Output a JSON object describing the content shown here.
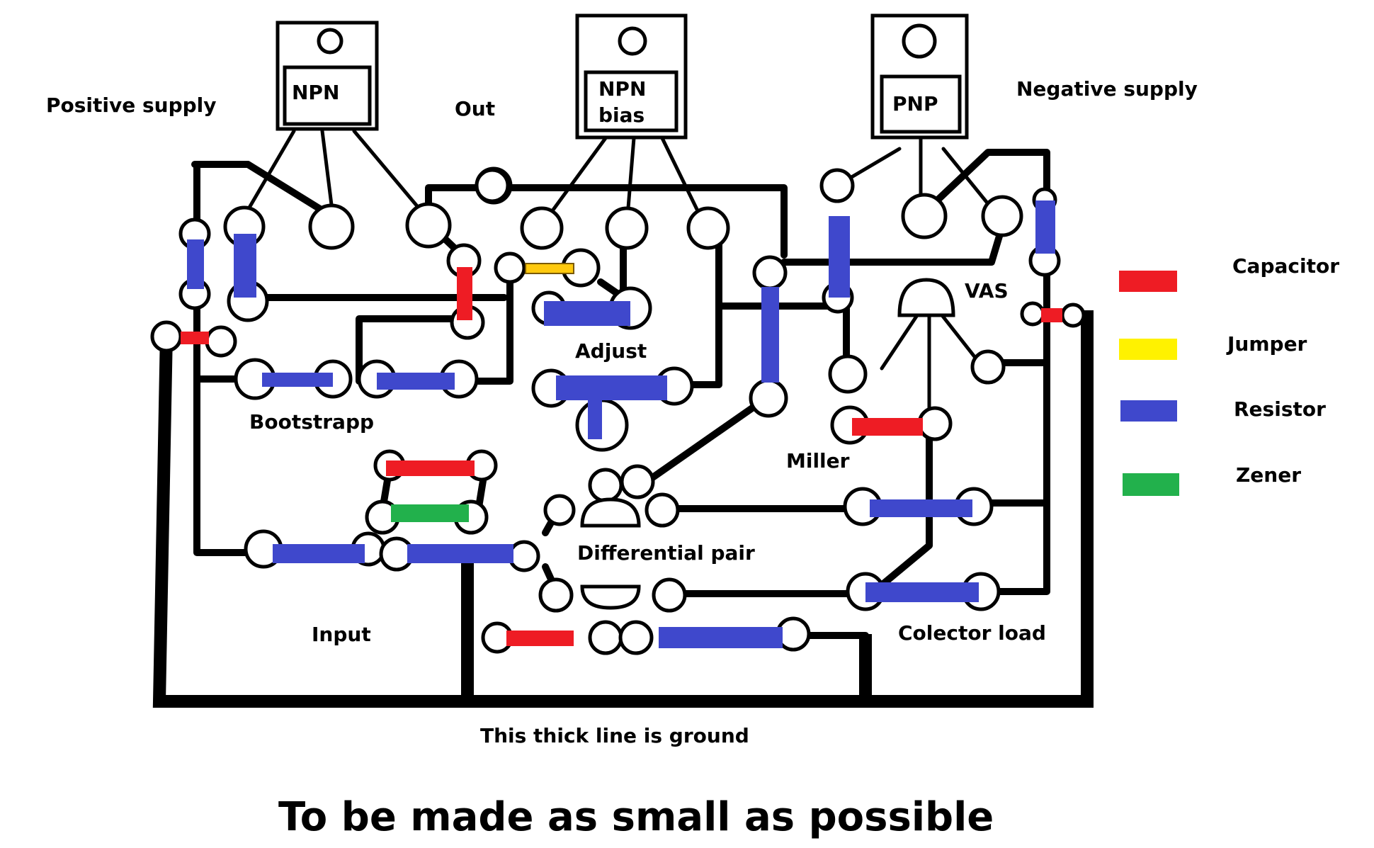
{
  "labels": {
    "positive_supply": "Positive supply",
    "out": "Out",
    "negative_supply": "Negative supply",
    "vas": "VAS",
    "adjust": "Adjust",
    "bootstrapp": "Bootstrapp",
    "miller": "Miller",
    "differential_pair": "Differential pair",
    "input": "Input",
    "colector_load": "Colector load",
    "ground_note": "This thick line is ground",
    "footer": "To be made as small as possible"
  },
  "transistors": {
    "npn": "NPN",
    "npn_bias_line1": "NPN",
    "npn_bias_line2": "bias",
    "pnp": "PNP"
  },
  "legend": {
    "items": [
      {
        "label": "Capacitor",
        "color": "#ee1c24"
      },
      {
        "label": "Jumper",
        "color": "#fff200"
      },
      {
        "label": "Resistor",
        "color": "#3f48cc"
      },
      {
        "label": "Zener",
        "color": "#22b14c"
      }
    ]
  },
  "colors": {
    "capacitor": "#ee1c24",
    "jumper": "#ffc90e",
    "resistor": "#3f48cc",
    "zener": "#22b14c",
    "trace": "#000000"
  }
}
